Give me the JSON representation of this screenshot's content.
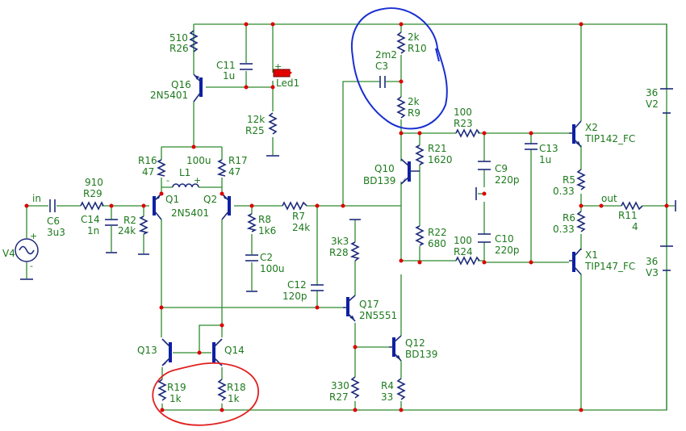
{
  "labels": {
    "r26_val": "510",
    "r26": "R26",
    "c11": "C11",
    "c11_val": "1u",
    "led1": "Led1",
    "q16": "Q16",
    "q16_part": "2N5401",
    "r25_val": "12k",
    "r25": "R25",
    "r10_val": "2k",
    "r10": "R10",
    "c3_val": "2m2",
    "c3": "C3",
    "r9_val": "2k",
    "r9": "R9",
    "r23_val": "100",
    "r23": "R23",
    "r21": "R21",
    "r21_val": "1620",
    "q10": "Q10",
    "q10_part": "BD139",
    "c9": "C9",
    "c9_val": "220p",
    "c13": "C13",
    "c13_val": "1u",
    "x2": "X2",
    "x2_part": "TIP142_FC",
    "r5": "R5",
    "r5_val": "0.33",
    "v2_val": "36",
    "v2": "V2",
    "r16": "R16",
    "r16_val": "47",
    "l1_val": "100u",
    "l1": "L1",
    "r17": "R17",
    "r17_val": "47",
    "in": "in",
    "r29_val": "910",
    "r29": "R29",
    "q1": "Q1",
    "q2": "Q2",
    "q12part": "2N5401",
    "c6": "C6",
    "c6_val": "3u3",
    "c14": "C14",
    "c14_val": "1n",
    "r2": "R2",
    "r2_val": "24k",
    "r8": "R8",
    "r8_val": "1k6",
    "r7": "R7",
    "r7_val": "24k",
    "c2": "C2",
    "c2_val": "100u",
    "v4": "V4",
    "r28_val": "3k3",
    "r28": "R28",
    "c12": "C12",
    "c12_val": "120p",
    "q17": "Q17",
    "q17_part": "2N5551",
    "r22": "R22",
    "r22_val": "680",
    "r24_val": "100",
    "r24": "R24",
    "c10": "C10",
    "c10_val": "220p",
    "out": "out",
    "r6": "R6",
    "r6_val": "0.33",
    "r11": "R11",
    "r11_val": "4",
    "x1": "X1",
    "x1_part": "TIP147_FC",
    "v3_val": "36",
    "v3": "V3",
    "q12": "Q12",
    "q12_part": "BD139",
    "q13": "Q13",
    "q14": "Q14",
    "r19": "R19",
    "r19_val": "1k",
    "r18": "R18",
    "r18_val": "1k",
    "r27_val": "330",
    "r27": "R27",
    "r4": "R4",
    "r4_val": "33",
    "plus": "+",
    "minus": "-"
  },
  "colors": {
    "wire": "#2e8b2e",
    "component": "#1c2b7a",
    "junction": "#dd0000",
    "label": "#1d7a1d",
    "highlight_blue": "#1a2fd0",
    "highlight_red": "#e02020",
    "led": "#e00000"
  }
}
